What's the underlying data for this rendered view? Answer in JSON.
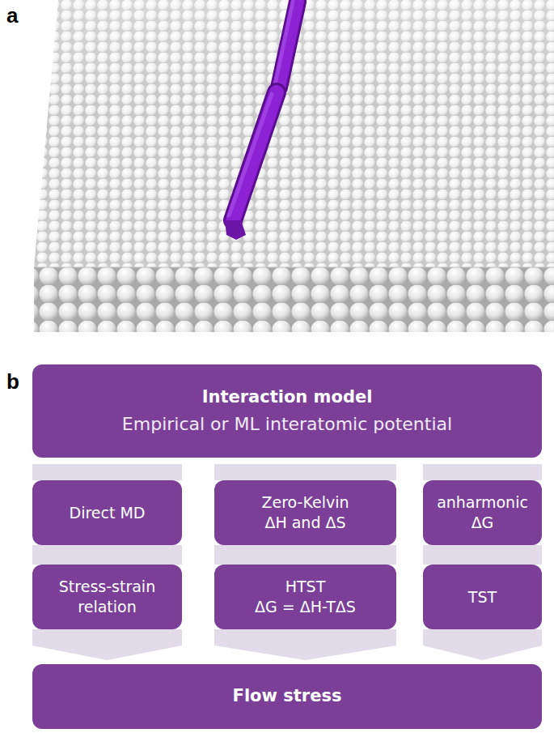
{
  "diagram": {
    "nodes": [
      {
        "text": [
          "Interaction model",
          "Empirical or ML interatomic potential"
        ]
      },
      {
        "text": [
          "Direct MD"
        ]
      },
      {
        "text": [
          "Zero-Kelvin ΔH and ΔS"
        ]
      },
      {
        "text": [
          "anharmonic ΔG"
        ]
      },
      {
        "text": [
          "Stress-strain relation"
        ]
      },
      {
        "text": [
          "HTST",
          "ΔG = ΔH-TΔS"
        ]
      },
      {
        "text": [
          "TST"
        ]
      },
      {
        "text": [
          "Flow stress"
        ]
      }
    ],
    "edges": [
      {
        "from": 0,
        "to": 1,
        "arrow": "none"
      },
      {
        "from": 1,
        "to": 4,
        "arrow": "none"
      },
      {
        "from": 4,
        "to": 7,
        "arrow": "to"
      },
      {
        "from": 0,
        "to": 2,
        "arrow": "none"
      },
      {
        "from": 2,
        "to": 5,
        "arrow": "none"
      },
      {
        "from": 5,
        "to": 7,
        "arrow": "to"
      },
      {
        "from": 0,
        "to": 3,
        "arrow": "none"
      },
      {
        "from": 3,
        "to": 6,
        "arrow": "none"
      },
      {
        "from": 6,
        "to": 7,
        "arrow": "to"
      }
    ],
    "labels": [
      "a",
      "b"
    ]
  }
}
